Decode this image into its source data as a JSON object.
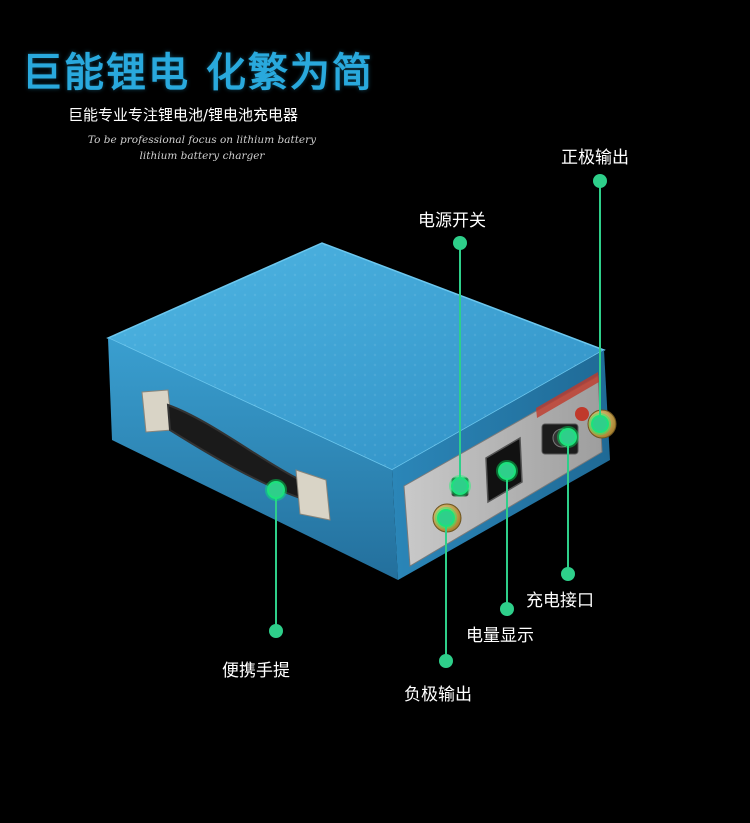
{
  "header": {
    "title": "巨能锂电 化繁为简",
    "subtitle": "巨能专业专注锂电池/锂电池充电器",
    "slogan_line1": "To be professional focus on lithium battery",
    "slogan_line2": "lithium battery charger"
  },
  "callouts": {
    "positive_output": "正极输出",
    "power_switch": "电源开关",
    "charge_port": "充电接口",
    "power_display": "电量显示",
    "handle": "便携手提",
    "negative_output": "负极输出"
  },
  "colors": {
    "background": "#000000",
    "title_blue": "#29a9dd",
    "callout_green": "#2ecf8a",
    "battery_blue": "#3a9fd0"
  },
  "icons": {
    "callout_dot": "green-circle-dot",
    "pointer_line": "green-vertical-line"
  }
}
